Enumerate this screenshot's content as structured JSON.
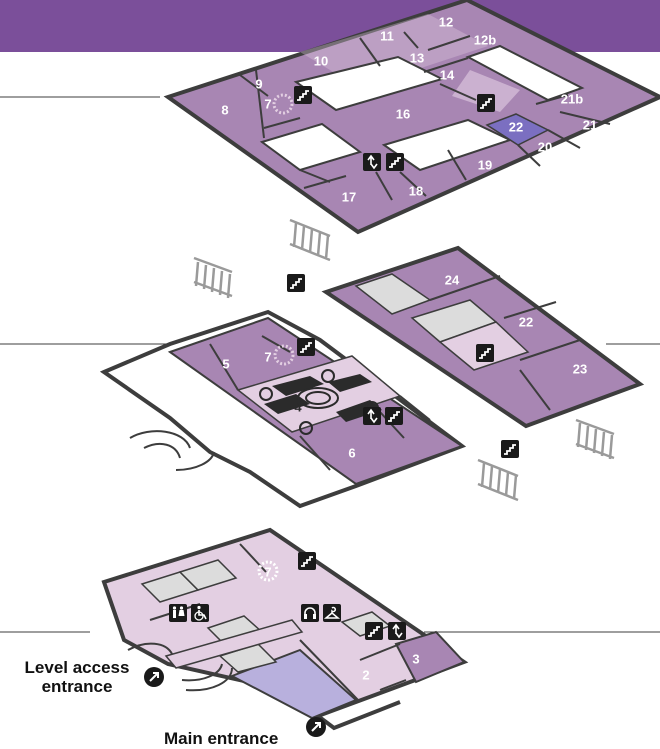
{
  "colors": {
    "header": "#7b4f9a",
    "outline": "#3d3d3d",
    "room_upper": "#a886b3",
    "room_light": "#e3cfe2",
    "room_service": "#dcdcdc",
    "highlight": "#7b6fc1",
    "ground_shop": "#b8b0dd",
    "icon_bg": "#1a1a1a"
  },
  "levels": {
    "upper": {
      "rooms": [
        {
          "id": "8",
          "label": "8"
        },
        {
          "id": "9",
          "label": "9"
        },
        {
          "id": "10",
          "label": "10"
        },
        {
          "id": "11",
          "label": "11"
        },
        {
          "id": "12",
          "label": "12"
        },
        {
          "id": "12b",
          "label": "12b"
        },
        {
          "id": "13",
          "label": "13"
        },
        {
          "id": "14",
          "label": "14"
        },
        {
          "id": "16",
          "label": "16"
        },
        {
          "id": "17",
          "label": "17"
        },
        {
          "id": "18",
          "label": "18"
        },
        {
          "id": "19",
          "label": "19"
        },
        {
          "id": "20",
          "label": "20"
        },
        {
          "id": "21",
          "label": "21"
        },
        {
          "id": "21b",
          "label": "21b"
        },
        {
          "id": "22",
          "label": "22",
          "highlighted": true
        },
        {
          "id": "7",
          "label": "7"
        }
      ]
    },
    "middle": {
      "rooms": [
        {
          "id": "4",
          "label": "4"
        },
        {
          "id": "5",
          "label": "5"
        },
        {
          "id": "6",
          "label": "6"
        },
        {
          "id": "7",
          "label": "7"
        },
        {
          "id": "22",
          "label": "22"
        },
        {
          "id": "23",
          "label": "23"
        },
        {
          "id": "24",
          "label": "24"
        }
      ]
    },
    "ground": {
      "rooms": [
        {
          "id": "2",
          "label": "2"
        },
        {
          "id": "3",
          "label": "3"
        },
        {
          "id": "7",
          "label": "7"
        }
      ]
    }
  },
  "icons": {
    "stairs": "stairs-icon",
    "lift": "lift-icon",
    "toilets": "toilets-icon",
    "accessible": "accessible-icon",
    "audio_guide": "audio-guide-icon",
    "cloakroom": "cloakroom-icon",
    "entrance_arrow": "entrance-arrow-icon"
  },
  "entrances": {
    "level_access": "Level access\nentrance",
    "main": "Main entrance"
  }
}
